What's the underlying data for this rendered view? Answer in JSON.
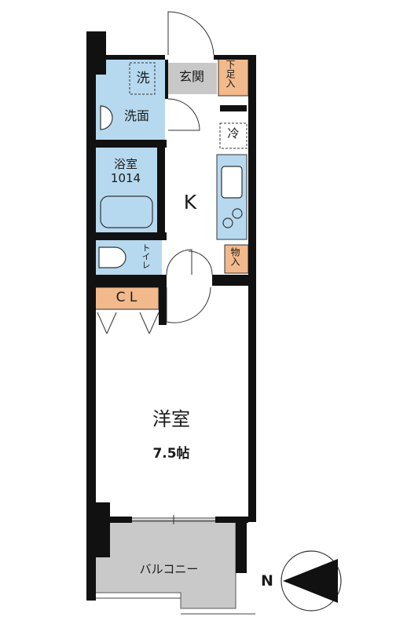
{
  "colors": {
    "wall": "#111111",
    "wet_area": "#b7d9ef",
    "wet_dark": "#7fb6da",
    "genkan": "#c8c8c8",
    "storage": "#f2b98c",
    "balcony": "#c9c9c9",
    "floor": "#ffffff"
  },
  "rooms": {
    "laundry": "洗",
    "washroom": "洗面",
    "bath": "浴室",
    "bath_size": "1014",
    "toilet": "トイレ",
    "entrance": "玄関",
    "shoe_storage": "下足入",
    "fridge": "冷",
    "kitchen": "K",
    "storage": "物入",
    "closet": "C L",
    "western_room": "洋室",
    "western_size": "7.5帖",
    "balcony": "バルコニー"
  },
  "compass": {
    "north_label": "N"
  }
}
